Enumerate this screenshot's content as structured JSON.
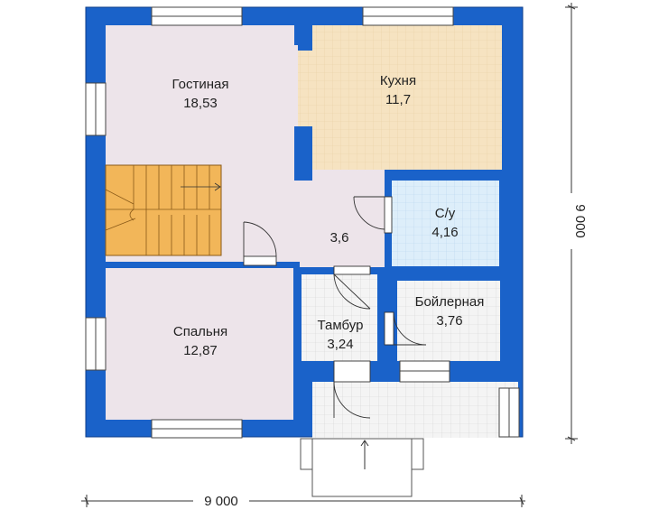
{
  "colors": {
    "wall": "#1a62c9",
    "wall_outline": "#0d3e8a",
    "floor_pink": "#ede4ea",
    "floor_kitchen": "#f6e3c1",
    "floor_bath": "#ddeefa",
    "floor_tile": "#f3f3f3",
    "stairs": "#f2b659",
    "line": "#333333"
  },
  "rooms": {
    "living": {
      "name": "Гостиная",
      "area": "18,53"
    },
    "kitchen": {
      "name": "Кухня",
      "area": "11,7"
    },
    "hall": {
      "name": "",
      "area": "3,6"
    },
    "bathroom": {
      "name": "С/у",
      "area": "4,16"
    },
    "boiler": {
      "name": "Бойлерная",
      "area": "3,76"
    },
    "vestibule": {
      "name": "Тамбур",
      "area": "3,24"
    },
    "bedroom": {
      "name": "Спальня",
      "area": "12,87"
    }
  },
  "dimensions": {
    "width": "9 000",
    "height": "9 000"
  }
}
